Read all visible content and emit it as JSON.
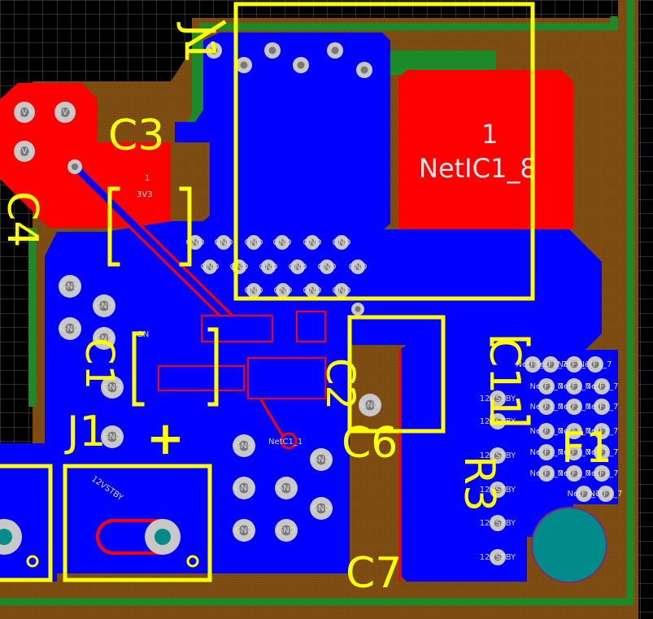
{
  "colors": {
    "background": "#000000",
    "board_brown": "#7a4a10",
    "grid": "#5a5a5a",
    "green_outline": "#1d8a2a",
    "top_copper_blue": "#0000ff",
    "bottom_copper_red": "#ff0000",
    "silkscreen_yellow": "#ffff00",
    "via_gray": "#c8c8c8",
    "pad_teal": "#008b8b"
  },
  "designators": {
    "j1_top": "J1",
    "c3": "C3",
    "c4": "C4",
    "c1": "C1",
    "c2": "C2",
    "c6": "C6",
    "j1": "J1",
    "c7": "C7",
    "r3": "R3",
    "c11": "C11",
    "f1": "F1",
    "plus": "+"
  },
  "net_labels": {
    "big_pad_number": "1",
    "big_pad_net": "NetIC1_8",
    "pad_number_small": "1",
    "pad_net_3v3": "3V3",
    "gnd_text": "GN",
    "net_ic1_1": "NetC1_1",
    "twelve_vstby": "12VSTBY",
    "via_3v3": "3V3",
    "via_gnd": "GND",
    "via_12vstby": "12VSTBY",
    "via_netf1": "NetF1_7"
  }
}
